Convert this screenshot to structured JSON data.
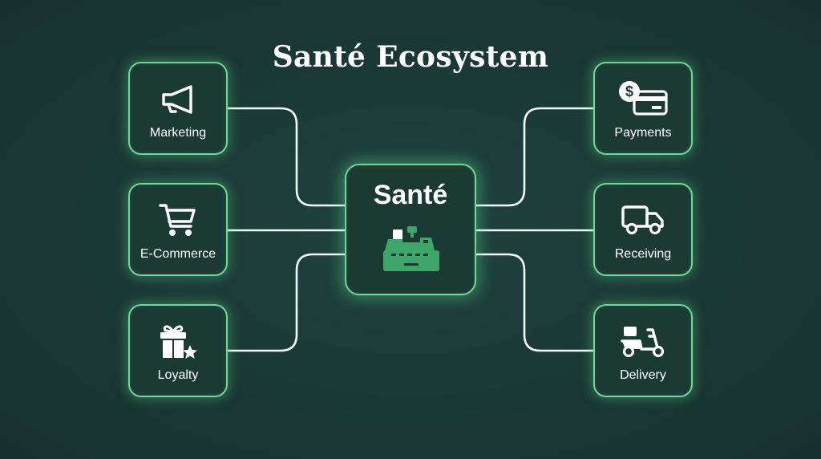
{
  "title": "Santé Ecosystem",
  "hub": {
    "label": "Santé",
    "icon": "cash-register-icon"
  },
  "colors": {
    "background": "#1b3a36",
    "accent": "#6fd79a",
    "register": "#3fa66a",
    "text": "#ffffff"
  },
  "left_nodes": [
    {
      "label": "Marketing",
      "icon": "megaphone-icon"
    },
    {
      "label": "E-Commerce",
      "icon": "shopping-cart-icon"
    },
    {
      "label": "Loyalty",
      "icon": "gift-star-icon"
    }
  ],
  "right_nodes": [
    {
      "label": "Payments",
      "icon": "payment-card-icon"
    },
    {
      "label": "Receiving",
      "icon": "truck-icon"
    },
    {
      "label": "Delivery",
      "icon": "scooter-icon"
    }
  ]
}
